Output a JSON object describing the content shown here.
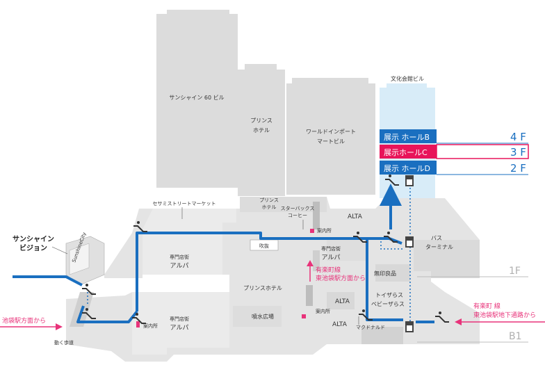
{
  "buildings": {
    "sunshine60": "サンシャイン 60 ビル",
    "prince_hotel_1": "プリンス",
    "prince_hotel_2": "ホテル",
    "world_import_1": "ワールドインポート",
    "world_import_2": "マートビル",
    "bunka_kaikan": "文化会館ビル"
  },
  "halls": [
    {
      "name": "展示 ホールB",
      "floor": "4 F",
      "highlight": false
    },
    {
      "name": "展示ホールC",
      "floor": "3 F",
      "highlight": true
    },
    {
      "name": "展示 ホールD",
      "floor": "2 F",
      "highlight": false
    }
  ],
  "floor_1f": {
    "sesami": "セサミストリートマーケット",
    "prince_1": "プリンス",
    "prince_2": "ホテル",
    "starbucks_1": "スターバックス",
    "starbucks_2": "コーヒー",
    "alta_top": "ALTA",
    "info": "案内所",
    "fukinuke": "吹抜",
    "senmon_1": "専門店街",
    "senmon_2": "アルパ",
    "senmon_r1": "専門店街",
    "senmon_r2": "アルパ",
    "muji": "無印良品",
    "bus_1": "バス",
    "bus_2": "ターミナル",
    "level": "1F"
  },
  "floor_b1": {
    "prince_hotel": "プリンスホテル",
    "alta": "ALTA",
    "info": "案内所",
    "toys_1": "トイザらス",
    "toys_2": "ベビーザらス",
    "senmon_1": "専門店街",
    "senmon_2": "アルパ",
    "funsui": "噴水広場",
    "alta_low": "ALTA",
    "mcdonalds": "マクドナルド",
    "info_left": "案内所",
    "level": "B1"
  },
  "labels": {
    "sunshine_vision_1": "サンシャイン",
    "sunshine_vision_2": "ビジョン",
    "sunshine_city": "SunshineCity",
    "ugoku_hodo": "動く歩道",
    "ikebukuro_from": "池袋駅方面から",
    "yurakucho_mid_1": "有楽町線",
    "yurakucho_mid_2": "東池袋駅方面から",
    "yurakucho_right_1": "有楽町 線",
    "yurakucho_right_2": "東池袋駅地下通路から"
  },
  "colors": {
    "route": "#1a6fc0",
    "highlight": "#e8145a",
    "accent_pink": "#e8337a",
    "bunka": "#d8ecf8",
    "building": "#dcdcdc",
    "floor": "#e6e6e6"
  }
}
